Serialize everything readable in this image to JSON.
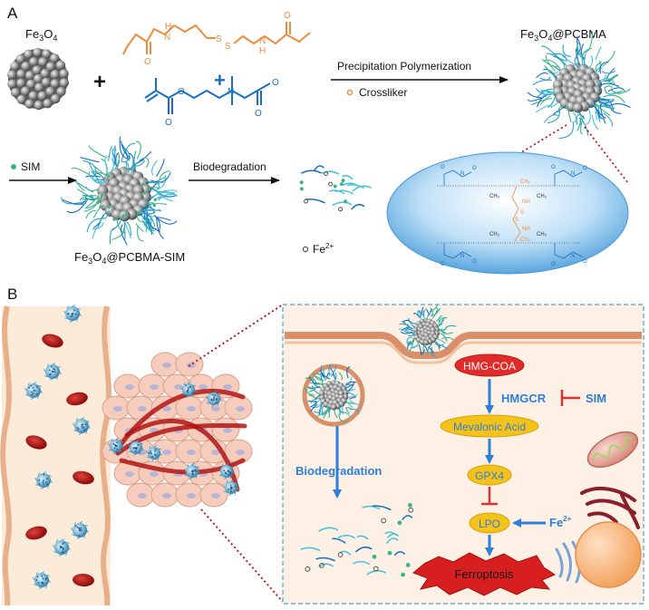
{
  "panels": {
    "a": "A",
    "b": "B"
  },
  "panel_a": {
    "fe3o4_label": {
      "base": "Fe",
      "sub1": "3",
      "mid": "O",
      "sub2": "4"
    },
    "plus": "+",
    "precipitation_label": "Precipitation Polymerization",
    "crosslinker_label": "Crossliker",
    "product_label": {
      "base": "Fe",
      "sub1": "3",
      "mid": "O",
      "sub2": "4",
      "tail": "@PCBMA"
    },
    "sim_label": "SIM",
    "biodegradation_label": "Biodegradation",
    "loaded_label": {
      "base": "Fe",
      "sub1": "3",
      "mid": "O",
      "sub2": "4",
      "tail": "@PCBMA-SIM"
    },
    "fe2_label": {
      "base": "Fe",
      "sup": "2+"
    },
    "structure": {
      "o": "O",
      "h": "H",
      "n": "N",
      "s": "S",
      "ch2": "CH₂",
      "ch3": "CH₃",
      "nh": "NH"
    }
  },
  "panel_b": {
    "hmgcoa": "HMG-COA",
    "hmgcr": "HMGCR",
    "sim": "SIM",
    "mevalonic": "Mevalonic Acid",
    "gpx4": "GPX4",
    "lpo": "LPO",
    "fe2": {
      "base": "Fe",
      "sup": "2+"
    },
    "ferroptosis": "Ferroptosis",
    "biodegradation": "Biodegradation"
  },
  "colors": {
    "orange": "#f08a3c",
    "blue": "#1a6fc2",
    "accent_blue": "#2e7fd8",
    "red_inhibit": "#e03030",
    "hmg_fill": "#e02b2b",
    "node_yellow": "#f5c21a",
    "dashed_box": "#6aaed6",
    "dotted_red": "#b81a1a"
  }
}
